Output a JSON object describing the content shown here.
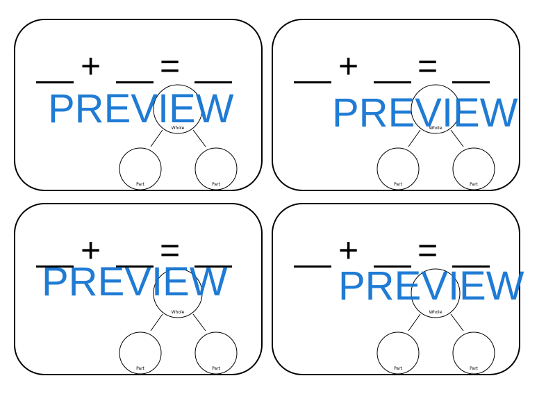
{
  "cards": [
    {
      "operators": {
        "plus": "+",
        "equals": "="
      },
      "diagram": {
        "whole_label": "Whole",
        "part_left_label": "Part",
        "part_right_label": "Part"
      },
      "watermark": "PREVIEW"
    },
    {
      "operators": {
        "plus": "+",
        "equals": "="
      },
      "diagram": {
        "whole_label": "Whole",
        "part_left_label": "Part",
        "part_right_label": "Part"
      },
      "watermark": "PREVIEW"
    },
    {
      "operators": {
        "plus": "+",
        "equals": "="
      },
      "diagram": {
        "whole_label": "Whole",
        "part_left_label": "Part",
        "part_right_label": "Part"
      },
      "watermark": "PREVIEW"
    },
    {
      "operators": {
        "plus": "+",
        "equals": "="
      },
      "diagram": {
        "whole_label": "Whole",
        "part_left_label": "Part",
        "part_right_label": "Part"
      },
      "watermark": "PREVIEW"
    }
  ],
  "colors": {
    "watermark": "#1474d2",
    "ink": "#000000",
    "background": "#ffffff"
  }
}
